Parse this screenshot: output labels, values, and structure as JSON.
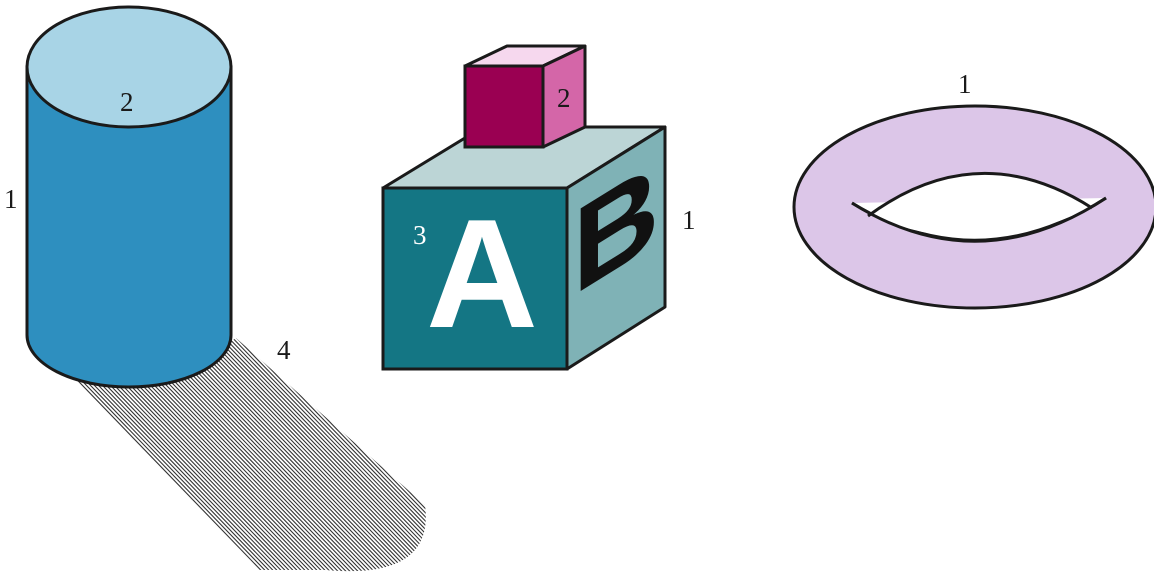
{
  "colors": {
    "cylinder_side": "#2e8fbf",
    "cylinder_top": "#a8d4e6",
    "cube_front": "#147684",
    "cube_side": "#7fb2b6",
    "cube_top": "#bcd5d6",
    "small_cube_front": "#9a0052",
    "small_cube_side": "#d466a8",
    "small_cube_top": "#f6d8ee",
    "torus": "#dcc6e8",
    "outline": "#1a1a1a",
    "shadow_hatch": "#333333"
  },
  "cylinder": {
    "label_side": "1",
    "label_top": "2",
    "label_shadow": "4"
  },
  "block": {
    "label_side": "1",
    "label_small_cube": "2",
    "label_front": "3",
    "front_letter": "A",
    "side_letter": "B"
  },
  "torus": {
    "label": "1"
  }
}
